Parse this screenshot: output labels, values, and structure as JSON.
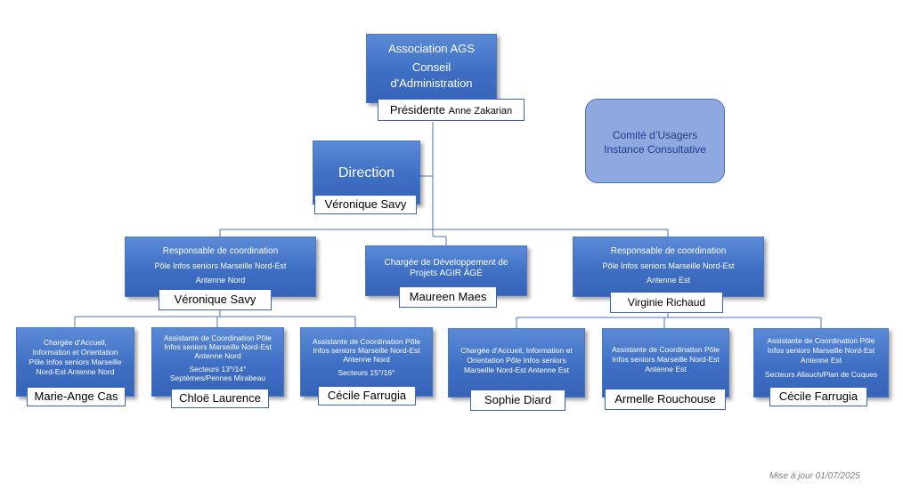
{
  "ca": {
    "lines": [
      "Association AGS",
      "Conseil",
      "d'Administration"
    ],
    "role": "Présidente",
    "person": "Anne Zakarian"
  },
  "direction": {
    "title": "Direction",
    "person": "Véronique Savy"
  },
  "committee": {
    "lines": [
      "Comité d’Usagers",
      "Instance Consultative"
    ]
  },
  "coord_nord": {
    "lines": [
      "Responsable de coordination",
      "Pôle Infos seniors Marseille Nord-Est",
      "Antenne Nord"
    ],
    "person": "Véronique Savy"
  },
  "dev": {
    "lines": [
      "Chargée de Développement de",
      "Projets AGIR ÂGÉ"
    ],
    "person": "Maureen Maes"
  },
  "coord_est": {
    "lines": [
      "Responsable de coordination",
      "Pôle Infos seniors Marseille Nord-Est",
      "Antenne Est"
    ],
    "person": "Virginie Richaud"
  },
  "nord_accueil": {
    "lines": [
      "Chargée d'Accueil,",
      "Information et Orientation",
      "Pôle Infos seniors Marseille",
      "Nord-Est Antenne Nord"
    ],
    "person": "Marie-Ange Cas"
  },
  "nord_assist1": {
    "lines": [
      "Assistante de Coordination Pôle",
      "Infos seniors Marseille Nord-Est",
      "Antenne Nord"
    ],
    "sectors": [
      "Secteurs 13°/14°",
      "Septèmes/Pennes Mirabeau"
    ],
    "person": "Chloë Laurence"
  },
  "nord_assist2": {
    "lines": [
      "Assistante de Coordination Pôle",
      "Infos seniors Marseille Nord-Est",
      "Antenne Nord"
    ],
    "sectors": [
      "Secteurs 15°/16°"
    ],
    "person": "Cécile Farrugia"
  },
  "est_accueil": {
    "lines": [
      "Chargée d'Accueil, Information et",
      "Orientation Pôle Infos seniors",
      "Marseille Nord-Est Antenne Est"
    ],
    "person": "Sophie Diard"
  },
  "est_assist1": {
    "lines": [
      "Assistante de Coordination Pôle",
      "Infos seniors Marseille Nord-Est",
      "Antenne Est"
    ],
    "person": "Armelle Rouchouse"
  },
  "est_assist2": {
    "lines": [
      "Assistante de Coordination Pôle",
      "Infos seniors Marseille Nord-Est",
      "Antenne Est"
    ],
    "sectors": [
      "Secteurs Allauch/Plan de Cuques"
    ],
    "person": "Cécile Farrugia"
  },
  "footer": {
    "update": "Mise à jour 01/07/2025"
  }
}
